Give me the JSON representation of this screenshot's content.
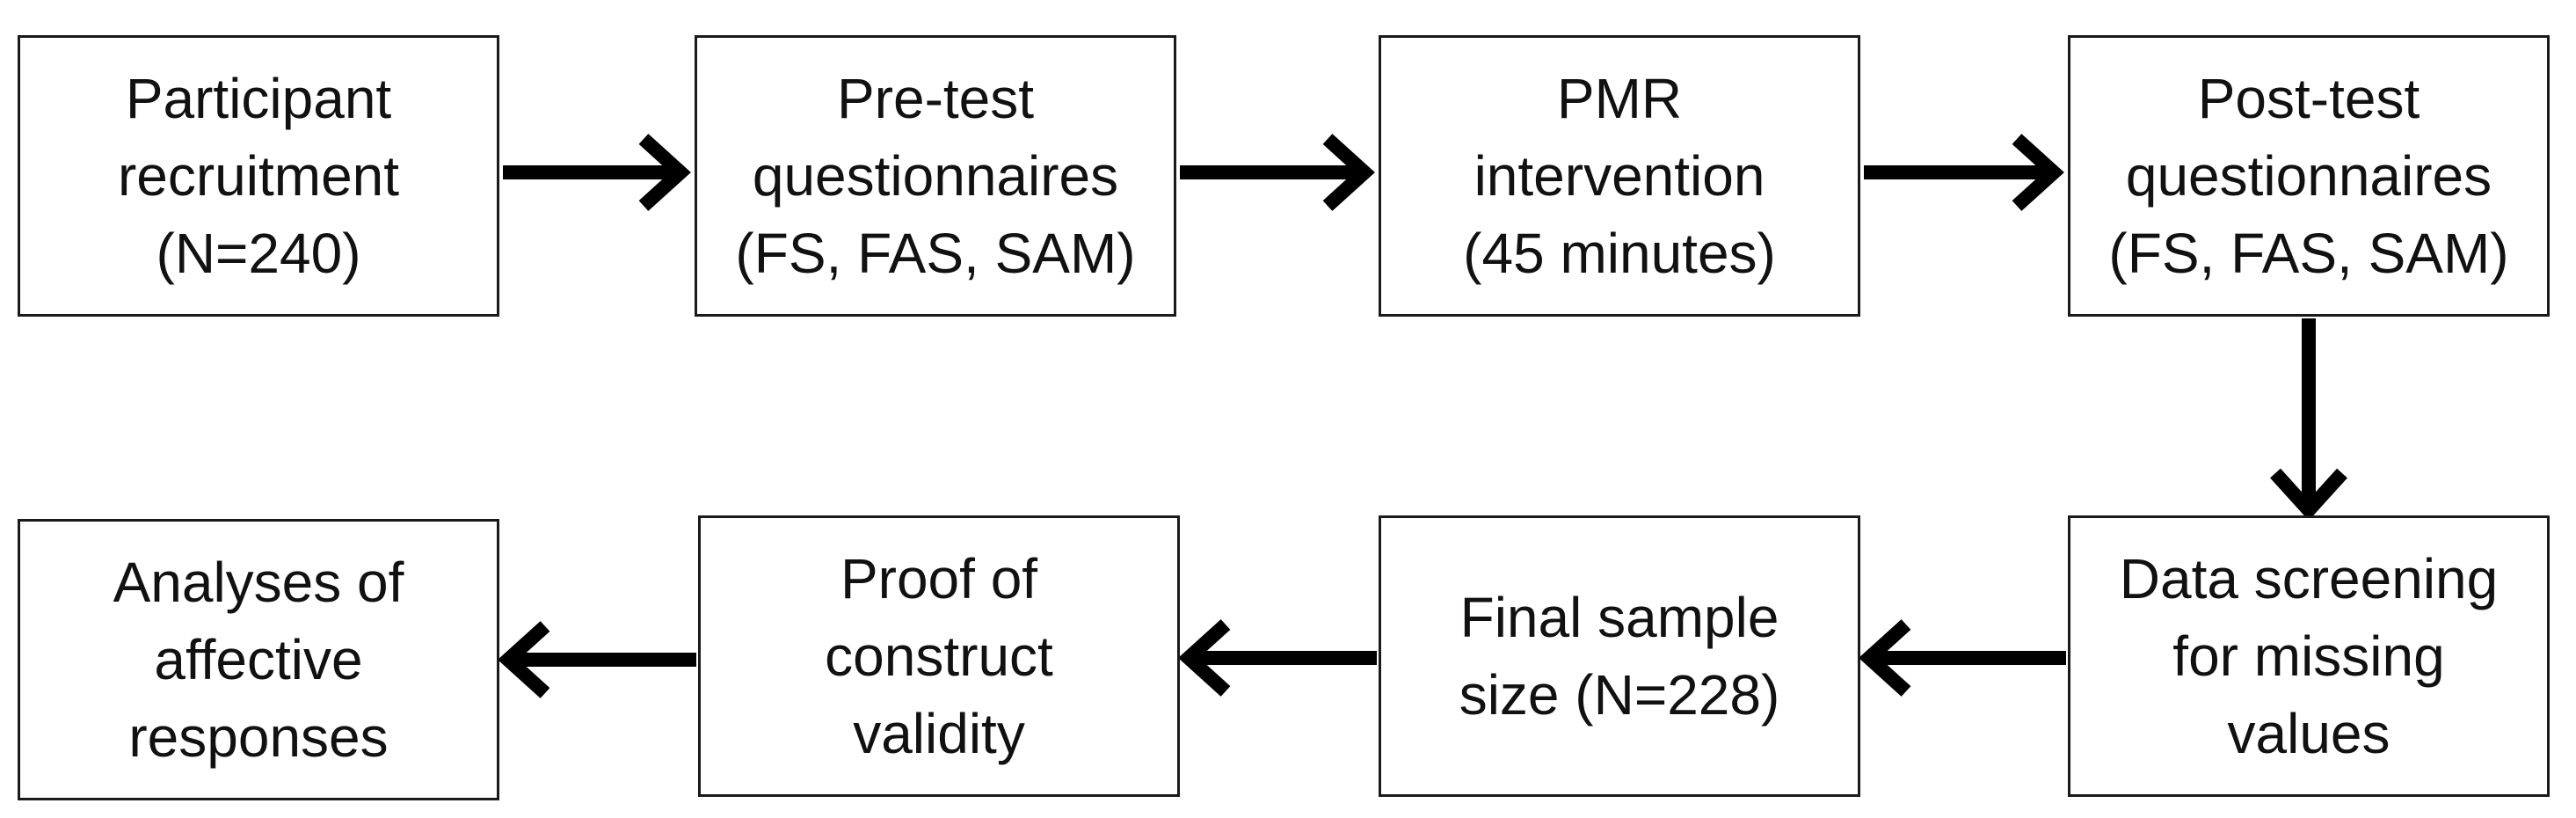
{
  "diagram": {
    "boxes": {
      "recruitment": "Participant\nrecruitment\n(N=240)",
      "pretest": "Pre-test\nquestionnaires\n(FS, FAS, SAM)",
      "intervention": "PMR\nintervention\n(45 minutes)",
      "posttest": "Post-test\nquestionnaires\n(FS, FAS, SAM)",
      "screening": "Data screening\nfor missing\nvalues",
      "final_sample": "Final sample\nsize (N=228)",
      "validity": "Proof of\nconstruct\nvalidity",
      "analyses": "Analyses of\naffective\nresponses"
    }
  }
}
